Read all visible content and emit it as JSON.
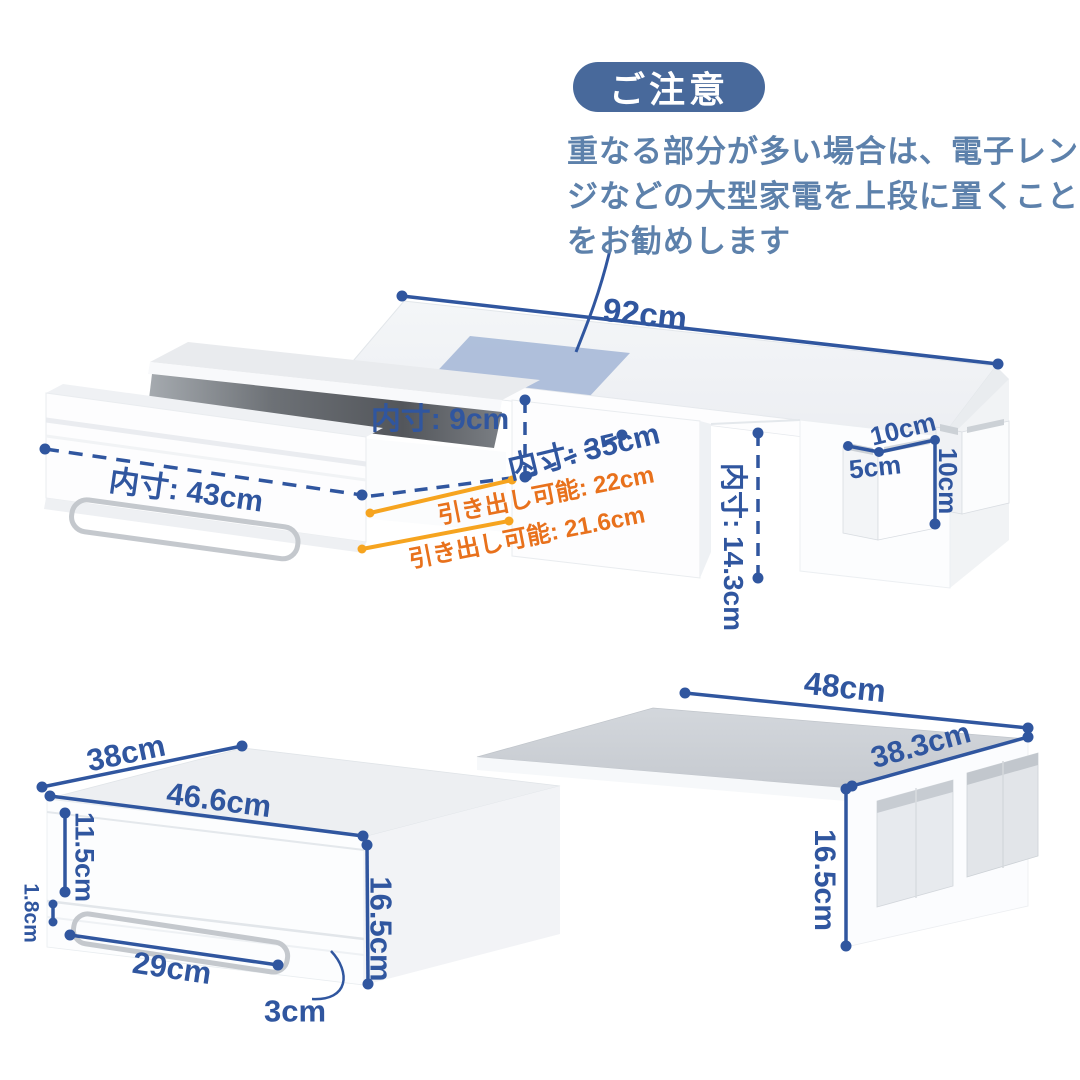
{
  "header": {
    "badge": "ご注意",
    "note_line1": "重なる部分が多い場合は、電子レン",
    "note_line2": "ジなどの大型家電を上段に置くこと",
    "note_line3": "をお勧めします"
  },
  "top_diagram": {
    "overall_width": "92cm",
    "inner_height": "内寸: 9cm",
    "inner_depth": "内寸: 35cm",
    "inner_width": "内寸: 43cm",
    "pullout_upper": "引き出し可能: 22cm",
    "pullout_lower": "引き出し可能: 21.6cm",
    "pocket_width": "10cm",
    "pocket_depth": "5cm",
    "pocket_height": "10cm",
    "inner_clearance": "内寸: 14.3cm"
  },
  "bottom_left_diagram": {
    "depth": "38cm",
    "width": "46.6cm",
    "drawer_front_height": "11.5cm",
    "gap_height": "1.8cm",
    "bar_width": "29cm",
    "total_height": "16.5cm",
    "bar_clearance": "3cm"
  },
  "bottom_right_diagram": {
    "width": "48cm",
    "depth": "38.3cm",
    "height": "16.5cm"
  },
  "colors": {
    "dimension_blue": "#30569f",
    "note_text_blue": "#5d81ab",
    "badge_blue": "#48699b",
    "pullout_line_orange": "#f6a41f",
    "pullout_text_orange": "#e8711c",
    "overlap_band_blue": "#a9bbd8"
  }
}
